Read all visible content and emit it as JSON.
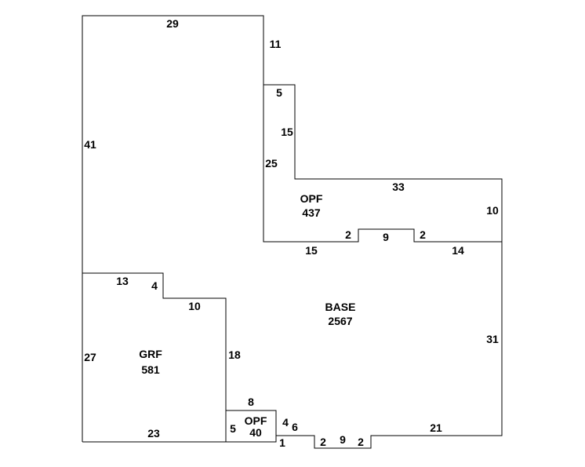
{
  "areas": [
    {
      "code": "OPF",
      "value": "437"
    },
    {
      "code": "BASE",
      "value": "2567"
    },
    {
      "code": "GRF",
      "value": "581"
    },
    {
      "code": "OPF",
      "value": "40"
    }
  ],
  "dimensions": [
    "29",
    "11",
    "5",
    "15",
    "25",
    "41",
    "33",
    "10",
    "2",
    "9",
    "2",
    "15",
    "14",
    "13",
    "4",
    "10",
    "31",
    "27",
    "18",
    "8",
    "5",
    "4",
    "6",
    "23",
    "1",
    "2",
    "9",
    "2",
    "21"
  ]
}
